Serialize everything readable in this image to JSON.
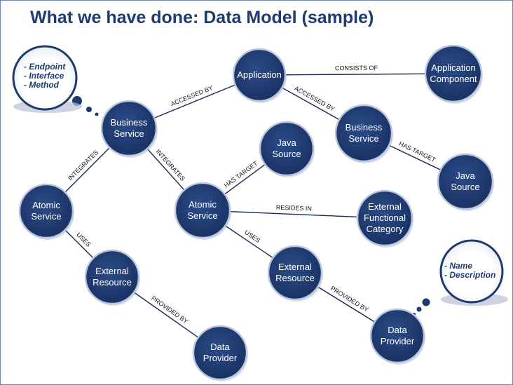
{
  "title": "What we have done: Data Model (sample)",
  "colors": {
    "node_fill": "#1f3a6e",
    "node_stroke": "#b9c6de",
    "title": "#1e3a70",
    "edge": "#1a2a50"
  },
  "nodes": {
    "application": [
      "Application"
    ],
    "application_component": [
      "Application",
      "Component"
    ],
    "business_service_left": [
      "Business",
      "Service"
    ],
    "business_service_right": [
      "Business",
      "Service"
    ],
    "java_source_center": [
      "Java",
      "Source"
    ],
    "java_source_right": [
      "Java",
      "Source"
    ],
    "atomic_service_left": [
      "Atomic",
      "Service"
    ],
    "atomic_service_center": [
      "Atomic",
      "Service"
    ],
    "external_functional_category": [
      "External",
      "Functional",
      "Category"
    ],
    "external_resource_left": [
      "External",
      "Resource"
    ],
    "external_resource_center": [
      "External",
      "Resource"
    ],
    "data_provider_left": [
      "Data",
      "Provider"
    ],
    "data_provider_right": [
      "Data",
      "Provider"
    ]
  },
  "edges": {
    "consists_of": "CONSISTS OF",
    "accessed_by_left": "ACCESSED BY",
    "accessed_by_right": "ACCESSED BY",
    "has_target_right": "HAS TARGET",
    "has_target_center": "HAS TARGET",
    "integrates_left": "INTEGRATES",
    "integrates_center": "INTEGRATES",
    "resides_in": "RESIDES IN",
    "uses_left": "USES",
    "uses_center": "USES",
    "provided_by_left": "PROVIDED BY",
    "provided_by_right": "PROVIDED BY"
  },
  "callouts": {
    "business_service_attributes": [
      "- Endpoint",
      "- Interface",
      "- Method"
    ],
    "data_provider_attributes": [
      "- Name",
      "- Description"
    ]
  }
}
